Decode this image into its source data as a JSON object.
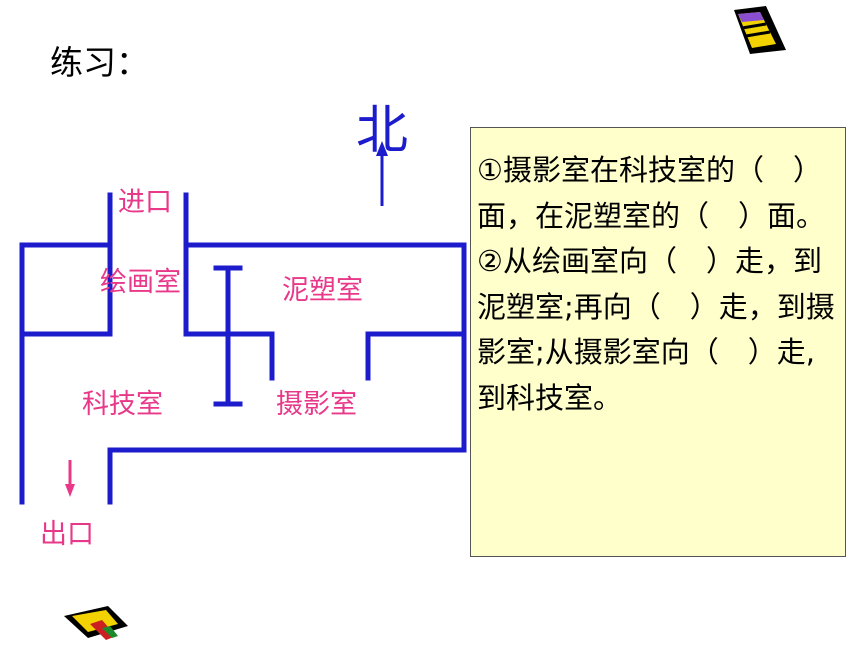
{
  "title": "练习：",
  "north_label": "北",
  "rooms": {
    "entrance": "进口",
    "exit": "出口",
    "painting": "绘画室",
    "clay": "泥塑室",
    "science": "科技室",
    "photo": "摄影室"
  },
  "questions": [
    "①摄影室在科技室的（　）面，在泥塑室的（　）面。",
    "②从绘画室向（　）走，到泥塑室;再向（　）走，到摄影室;从摄影室向（　）走,到科技室。"
  ],
  "colors": {
    "wall": "#1c1ccd",
    "label": "#e8388a",
    "box_bg": "#ffffcc"
  },
  "icons": [
    "folder-icon",
    "notebook-icon"
  ]
}
